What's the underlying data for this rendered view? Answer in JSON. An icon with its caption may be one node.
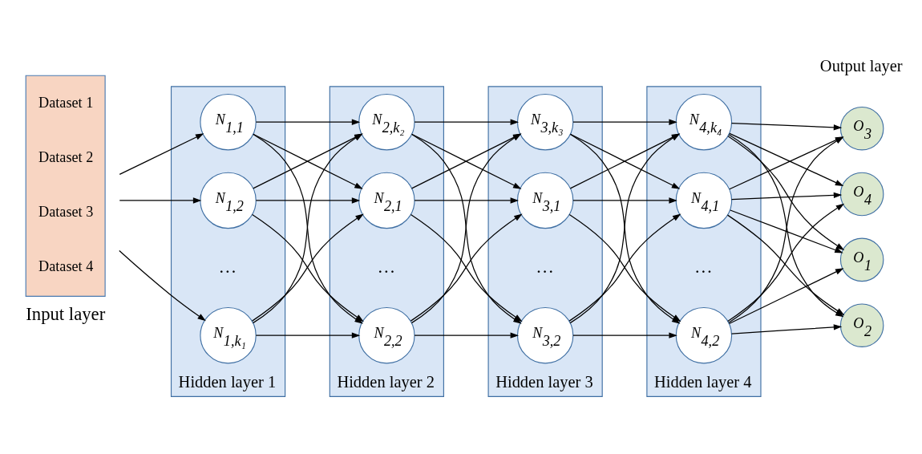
{
  "diagram": {
    "nodes": [
      {
        "text": [
          "Dataset 1",
          "Dataset 2",
          "Dataset 3",
          "Dataset 4"
        ],
        "beside": [
          "Input layer"
        ]
      },
      {
        "text": [
          "Hidden layer 1"
        ]
      },
      {
        "text": [
          "N$_{1,1}$"
        ],
        "in": 1
      },
      {
        "text": [
          "N$_{1,2}$"
        ],
        "in": 1
      },
      {
        "text": [
          "N$_{1,k₁}$"
        ],
        "in": 1
      },
      {
        "text": [
          "Hidden layer 2"
        ]
      },
      {
        "text": [
          "N$_{2,1}$"
        ],
        "in": 5
      },
      {
        "text": [
          "N$_{2,2}$"
        ],
        "in": 5
      },
      {
        "text": [
          "N$_{2,k₂}$"
        ],
        "in": 5
      },
      {
        "text": [
          "Hidden layer 3"
        ]
      },
      {
        "text": [
          "N$_{3,1}$"
        ],
        "in": 9
      },
      {
        "text": [
          "N$_{3,2}$"
        ],
        "in": 9
      },
      {
        "text": [
          "N$_{3,k₃}$"
        ],
        "in": 9
      },
      {
        "text": [
          "Hidden layer 4"
        ]
      },
      {
        "text": [
          "N$_{4,1}$"
        ],
        "in": 13
      },
      {
        "text": [
          "N$_{4,2}$"
        ],
        "in": 13
      },
      {
        "text": [
          "N$_{4,k₄}$"
        ],
        "in": 13
      },
      {
        "text": [
          "O$_{1}$"
        ]
      },
      {
        "text": [
          "O$_{2}$"
        ]
      },
      {
        "text": [
          "O$_{3}$"
        ]
      },
      {
        "text": [
          "O$_{4}$"
        ]
      }
    ],
    "edges": [
      {
        "from": 0,
        "to": 2,
        "arrow": "to"
      },
      {
        "from": 0,
        "to": 3,
        "arrow": "to"
      },
      {
        "from": 0,
        "to": 4,
        "arrow": "to"
      },
      {
        "from": 2,
        "to": 6,
        "arrow": "to"
      },
      {
        "from": 2,
        "to": 7,
        "arrow": "to"
      },
      {
        "from": 2,
        "to": 8,
        "arrow": "to"
      },
      {
        "from": 3,
        "to": 6,
        "arrow": "to"
      },
      {
        "from": 3,
        "to": 7,
        "arrow": "to"
      },
      {
        "from": 3,
        "to": 8,
        "arrow": "to"
      },
      {
        "from": 4,
        "to": 6,
        "arrow": "to"
      },
      {
        "from": 4,
        "to": 7,
        "arrow": "to"
      },
      {
        "from": 4,
        "to": 8,
        "arrow": "to"
      },
      {
        "from": 6,
        "to": 10,
        "arrow": "to"
      },
      {
        "from": 6,
        "to": 11,
        "arrow": "to"
      },
      {
        "from": 6,
        "to": 12,
        "arrow": "to"
      },
      {
        "from": 7,
        "to": 10,
        "arrow": "to"
      },
      {
        "from": 7,
        "to": 11,
        "arrow": "to"
      },
      {
        "from": 7,
        "to": 12,
        "arrow": "to"
      },
      {
        "from": 8,
        "to": 10,
        "arrow": "to"
      },
      {
        "from": 8,
        "to": 11,
        "arrow": "to"
      },
      {
        "from": 8,
        "to": 12,
        "arrow": "to"
      },
      {
        "from": 10,
        "to": 14,
        "arrow": "to"
      },
      {
        "from": 10,
        "to": 15,
        "arrow": "to"
      },
      {
        "from": 10,
        "to": 16,
        "arrow": "to"
      },
      {
        "from": 11,
        "to": 14,
        "arrow": "to"
      },
      {
        "from": 11,
        "to": 15,
        "arrow": "to"
      },
      {
        "from": 11,
        "to": 16,
        "arrow": "to"
      },
      {
        "from": 12,
        "to": 14,
        "arrow": "to"
      },
      {
        "from": 12,
        "to": 15,
        "arrow": "to"
      },
      {
        "from": 12,
        "to": 16,
        "arrow": "to"
      },
      {
        "from": 14,
        "to": 17,
        "arrow": "to"
      },
      {
        "from": 14,
        "to": 18,
        "arrow": "to"
      },
      {
        "from": 14,
        "to": 19,
        "arrow": "to"
      },
      {
        "from": 14,
        "to": 20,
        "arrow": "to"
      },
      {
        "from": 15,
        "to": 17,
        "arrow": "to"
      },
      {
        "from": 15,
        "to": 18,
        "arrow": "to"
      },
      {
        "from": 15,
        "to": 19,
        "arrow": "to"
      },
      {
        "from": 15,
        "to": 20,
        "arrow": "to"
      },
      {
        "from": 16,
        "to": 17,
        "arrow": "to"
      },
      {
        "from": 16,
        "to": 18,
        "arrow": "to"
      },
      {
        "from": 16,
        "to": 19,
        "arrow": "to"
      },
      {
        "from": 16,
        "to": 20,
        "arrow": "to"
      }
    ],
    "labels": [
      "…",
      "…",
      "…",
      "…",
      "Output layer"
    ]
  }
}
